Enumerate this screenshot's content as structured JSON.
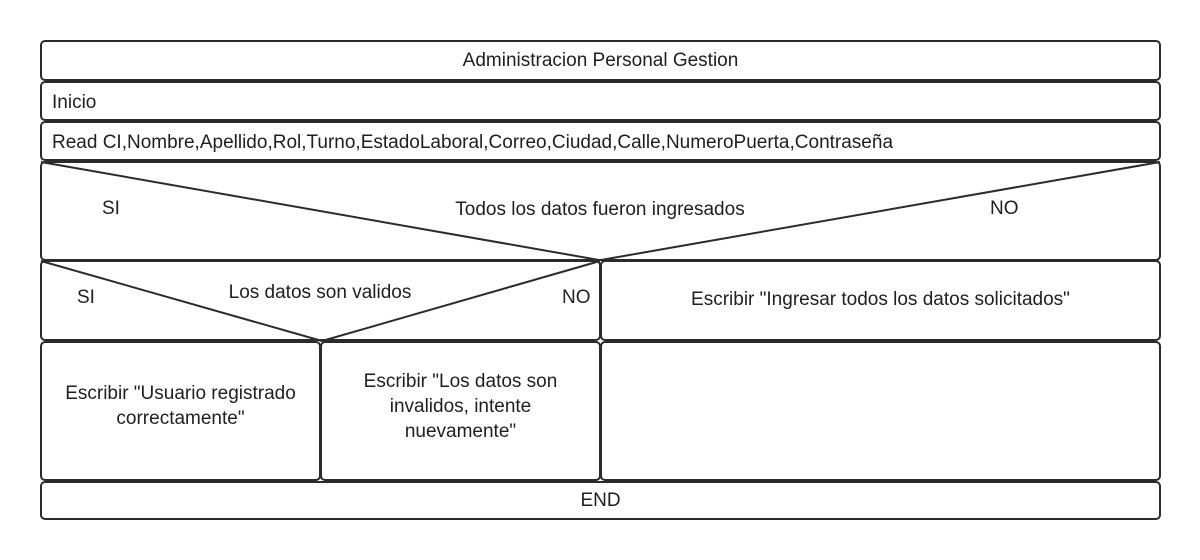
{
  "title": "Administracion Personal Gestion",
  "start": "Inicio",
  "read": "Read  CI,Nombre,Apellido,Rol,Turno,EstadoLaboral,Correo,Ciudad,Calle,NumeroPuerta,Contraseña",
  "decision1": {
    "question": "Todos los datos fueron ingresados",
    "yes": "SI",
    "no": "NO"
  },
  "decision2": {
    "question": "Los datos son validos",
    "yes": "SI",
    "no": "NO"
  },
  "outputs": {
    "missing_data": "Escribir \"Ingresar todos los datos solicitados\"",
    "success": "Escribir \"Usuario registrado correctamente\"",
    "invalid": "Escribir \"Los datos son invalidos, intente nuevamente\""
  },
  "end": "END"
}
